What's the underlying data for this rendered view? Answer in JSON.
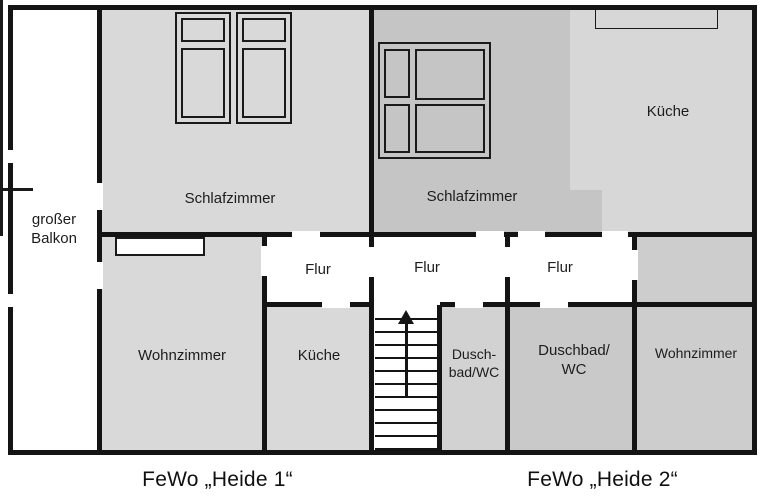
{
  "diagram": {
    "type": "floor-plan",
    "captions": {
      "left": "FeWo „Heide 1“",
      "right": "FeWo „Heide 2“"
    },
    "rooms": {
      "balcony": {
        "label": "großer\nBalkon"
      },
      "h1_schlafzimmer": {
        "label": "Schlafzimmer"
      },
      "h1_flur": {
        "label": "Flur"
      },
      "h1_wohnzimmer": {
        "label": "Wohnzimmer"
      },
      "h1_kueche": {
        "label": "Küche"
      },
      "central_flur": {
        "label": "Flur"
      },
      "h1_duschbad": {
        "label": "Dusch-\nbad/WC"
      },
      "h2_schlafzimmer": {
        "label": "Schlafzimmer"
      },
      "h2_kueche": {
        "label": "Küche"
      },
      "h2_flur": {
        "label": "Flur"
      },
      "h2_duschbad": {
        "label": "Duschbad/\nWC"
      },
      "h2_wohnzimmer": {
        "label": "Wohnzimmer"
      }
    },
    "icons": {
      "stairs_direction": "up-arrow-icon"
    },
    "colors": {
      "wall": "#141414",
      "room_fill_light": "#d9d9d9",
      "room_fill_medium": "#cdcdcd",
      "room_fill_dark": "#c5c5c5",
      "background": "#ffffff"
    }
  }
}
